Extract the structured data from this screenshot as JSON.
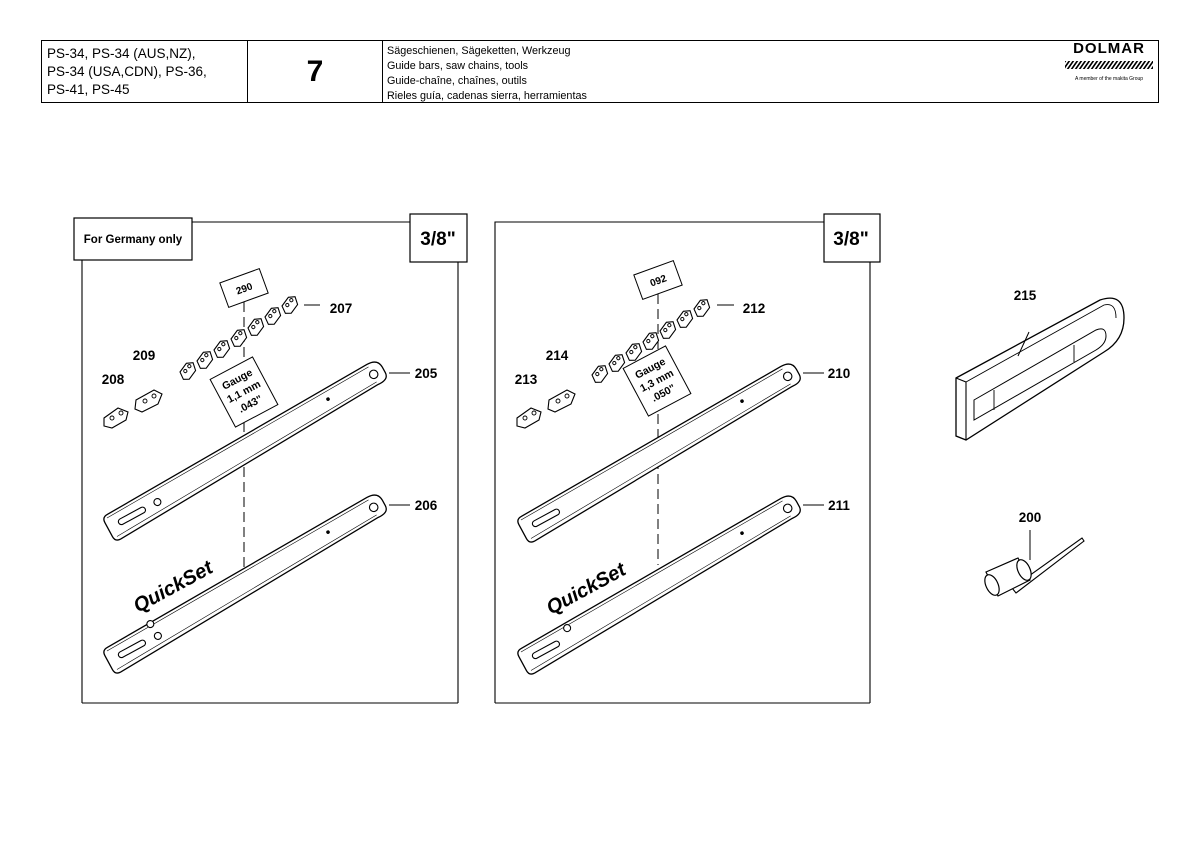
{
  "header": {
    "models": [
      "PS-34, PS-34 (AUS,NZ),",
      "PS-34 (USA,CDN), PS-36,",
      "PS-41, PS-45"
    ],
    "page_number": "7",
    "titles": [
      "Sägeschienen, Sägeketten, Werkzeug",
      "Guide bars, saw chains, tools",
      "Guide-chaîne, chaînes, outils",
      "Rieles guía, cadenas sierra, herramientas"
    ],
    "logo": {
      "brand": "DOLMAR",
      "tagline": "A member of the makita Group"
    }
  },
  "panel_left": {
    "note": "For Germany only",
    "size": "3/8\"",
    "chain_code": "290",
    "gauge": [
      "Gauge",
      "1,1 mm",
      ".043\""
    ],
    "quickset": "QuickSet",
    "parts": {
      "chain": "207",
      "link_a": "208",
      "link_b": "209",
      "bar_top": "205",
      "bar_bottom": "206"
    }
  },
  "panel_right": {
    "size": "3/8\"",
    "chain_code": "092",
    "gauge": [
      "Gauge",
      "1,3 mm",
      ".050\""
    ],
    "quickset": "QuickSet",
    "parts": {
      "chain": "212",
      "link_a": "213",
      "link_b": "214",
      "bar_top": "210",
      "bar_bottom": "211"
    }
  },
  "tools": {
    "bar_cover": "215",
    "wrench": "200"
  },
  "colors": {
    "line": "#000000",
    "background": "#ffffff"
  }
}
